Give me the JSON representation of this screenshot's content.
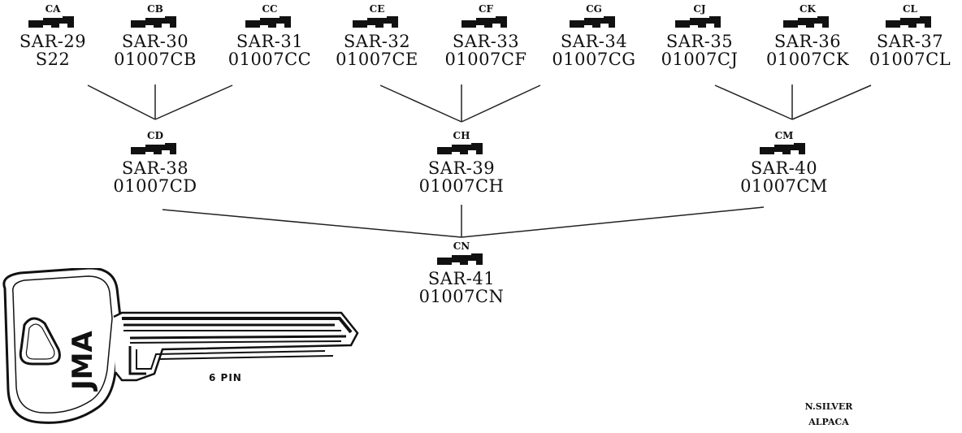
{
  "blanks": [
    {
      "id": "ca",
      "code": "CA",
      "sar": "SAR-29",
      "ref": "S22"
    },
    {
      "id": "cb",
      "code": "CB",
      "sar": "SAR-30",
      "ref": "01007CB"
    },
    {
      "id": "cc",
      "code": "CC",
      "sar": "SAR-31",
      "ref": "01007CC"
    },
    {
      "id": "ce",
      "code": "CE",
      "sar": "SAR-32",
      "ref": "01007CE"
    },
    {
      "id": "cf",
      "code": "CF",
      "sar": "SAR-33",
      "ref": "01007CF"
    },
    {
      "id": "cg",
      "code": "CG",
      "sar": "SAR-34",
      "ref": "01007CG"
    },
    {
      "id": "cj",
      "code": "CJ",
      "sar": "SAR-35",
      "ref": "01007CJ"
    },
    {
      "id": "ck",
      "code": "CK",
      "sar": "SAR-36",
      "ref": "01007CK"
    },
    {
      "id": "cl",
      "code": "CL",
      "sar": "SAR-37",
      "ref": "01007CL"
    },
    {
      "id": "cd",
      "code": "CD",
      "sar": "SAR-38",
      "ref": "01007CD"
    },
    {
      "id": "ch",
      "code": "CH",
      "sar": "SAR-39",
      "ref": "01007CH"
    },
    {
      "id": "cm",
      "code": "CM",
      "sar": "SAR-40",
      "ref": "01007CM"
    },
    {
      "id": "cn",
      "code": "CN",
      "sar": "SAR-41",
      "ref": "01007CN"
    }
  ],
  "key": {
    "brand": "JMA",
    "pins": "6 PIN"
  },
  "material": {
    "line1": "N.SILVER",
    "line2": "ALPACA"
  }
}
